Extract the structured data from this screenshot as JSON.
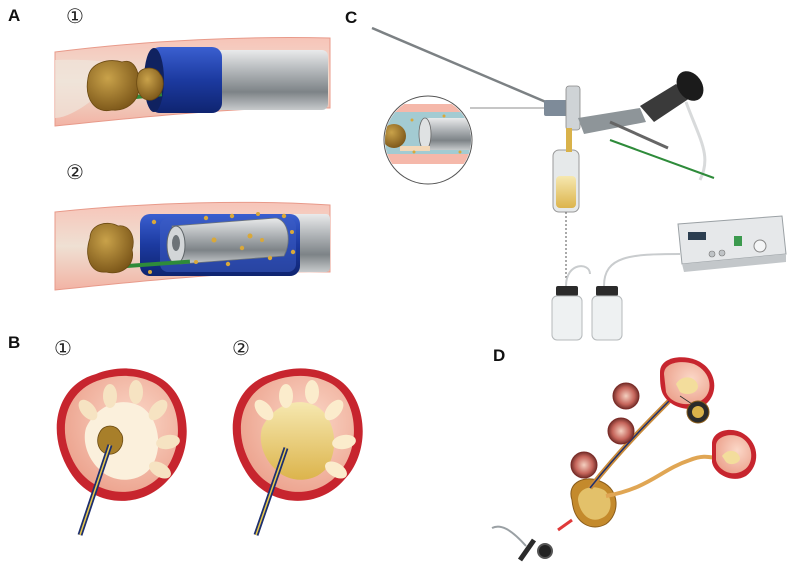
{
  "panels": {
    "A": {
      "label": "A",
      "subfigures": [
        "①",
        "②"
      ]
    },
    "B": {
      "label": "B",
      "subfigures": [
        "①",
        "②"
      ]
    },
    "C": {
      "label": "C",
      "device_display": ""
    },
    "D": {
      "label": "D"
    }
  },
  "colors": {
    "tissue": "#f5b8aa",
    "stone": "#a87f2a",
    "sheath_blue": "#1e3fa8",
    "steel": "#b9bcbe",
    "kidney_cortex": "#f2b3a0",
    "kidney_capsule": "#c7252e",
    "wire_green": "#2e8b3a"
  }
}
